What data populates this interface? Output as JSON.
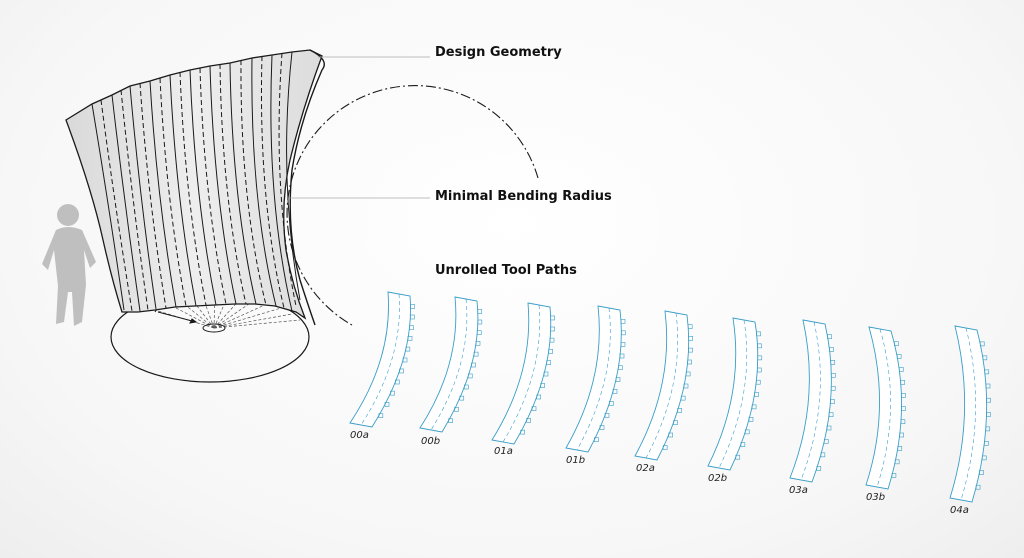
{
  "labels": {
    "design_geometry": "Design Geometry",
    "minimal_bending_radius": "Minimal Bending Radius",
    "unrolled_tool_paths": "Unrolled Tool Paths"
  },
  "strips": [
    {
      "id": "00a"
    },
    {
      "id": "00b"
    },
    {
      "id": "01a"
    },
    {
      "id": "01b"
    },
    {
      "id": "02a"
    },
    {
      "id": "02b"
    },
    {
      "id": "03a"
    },
    {
      "id": "03b"
    },
    {
      "id": "04a"
    }
  ],
  "colors": {
    "tool_path": "#3a9ec8",
    "surface": "#e6e6e6",
    "edge": "#1a1a1a",
    "silhouette": "#bdbdbd"
  }
}
